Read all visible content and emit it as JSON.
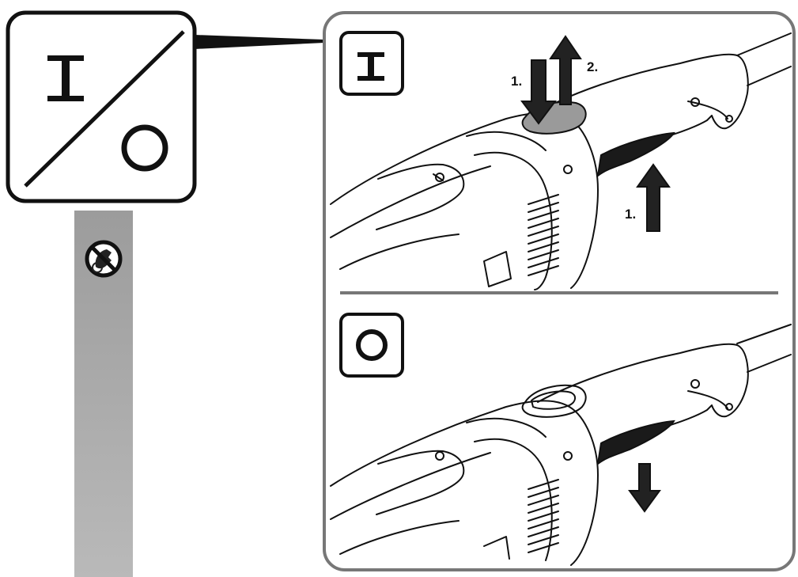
{
  "symbols": {
    "on_symbol": "I",
    "off_symbol": "O",
    "on_off_symbol": "I / O"
  },
  "warning_strip": {
    "color": "#a9a9a9",
    "icon": "no-touch-warning-icon"
  },
  "panel_on": {
    "steps": {
      "press_down": "1.",
      "slide_forward": "2.",
      "squeeze_trigger": "1."
    }
  },
  "panel_off": {
    "steps": {}
  },
  "colors": {
    "frame": "#777777",
    "line": "#111111",
    "arrow_dark": "#222222",
    "switch_gray": "#9a9a9a",
    "strip_gray": "#a9a9a9"
  }
}
